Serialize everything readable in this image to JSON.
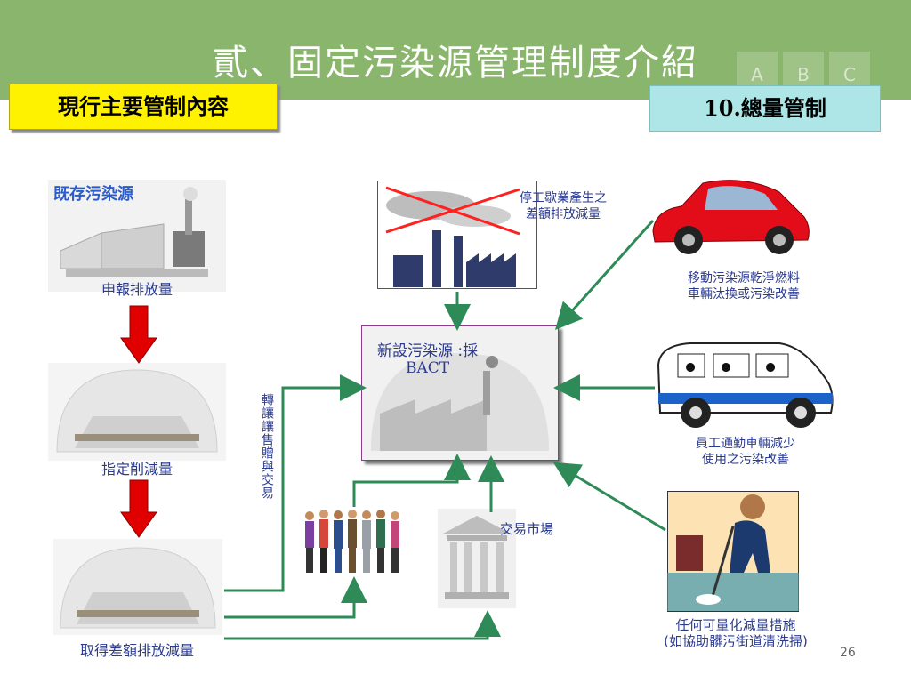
{
  "slide": {
    "title": "貳、固定污染源管理制度介紹",
    "abc_tabs": [
      "A",
      "B",
      "C"
    ],
    "left_box": "現行主要管制內容",
    "right_box": "10.總量管制",
    "page_number": "26"
  },
  "diagram": {
    "existing_source": "既存污染源",
    "step1": "申報排放量",
    "step2": "指定削減量",
    "step3": "取得差額排放減量",
    "new_source": "新設污染源 :採",
    "new_source_bact": "BACT",
    "closure": "停工歇業產生之\n差額排放減量",
    "mobile": "移動污染源乾淨燃料\n車輛汰換或污染改善",
    "commute": "員工通勤車輛減少\n使用之污染改善",
    "measures": "任何可量化減量措施\n(如協助髒污街道清洗掃)",
    "market": "交易市場",
    "transfer": "轉讓讓售贈與交易"
  },
  "colors": {
    "header": "#8ab56c",
    "arrow_green": "#2e8b57",
    "arrow_red": "#e00000",
    "label_blue": "#2b3b8f"
  }
}
